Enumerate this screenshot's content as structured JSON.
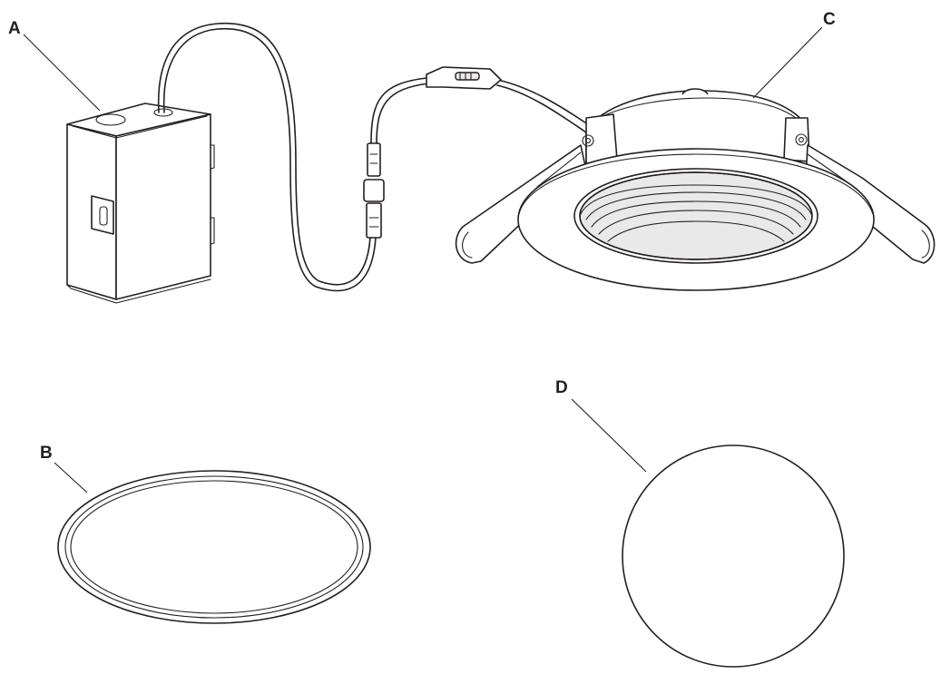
{
  "parts": [
    {
      "id": "A",
      "label": "A"
    },
    {
      "id": "B",
      "label": "B"
    },
    {
      "id": "C",
      "label": "C"
    },
    {
      "id": "D",
      "label": "D"
    }
  ],
  "colors": {
    "line": "#231f20",
    "background": "#ffffff",
    "shade": "#e9e9e9"
  }
}
